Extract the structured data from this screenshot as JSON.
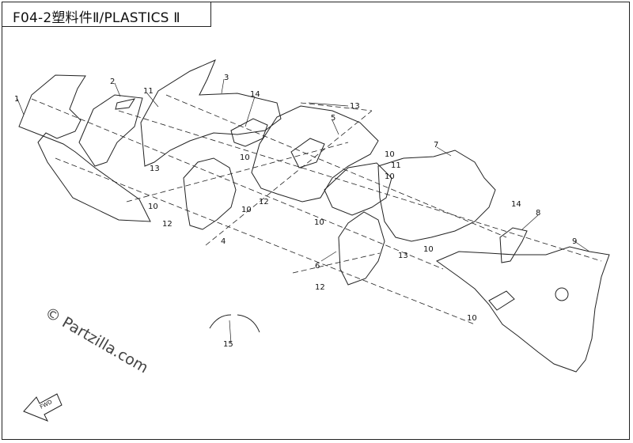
{
  "title": "F04-2塑料件Ⅱ/PLASTICS Ⅱ",
  "watermark": "© Partzilla.com",
  "direction_badge": "FWD",
  "callouts": [
    {
      "label": "1"
    },
    {
      "label": "2"
    },
    {
      "label": "11"
    },
    {
      "label": "3"
    },
    {
      "label": "14"
    },
    {
      "label": "13"
    },
    {
      "label": "5"
    },
    {
      "label": "7"
    },
    {
      "label": "10"
    },
    {
      "label": "13"
    },
    {
      "label": "10"
    },
    {
      "label": "10"
    },
    {
      "label": "12"
    },
    {
      "label": "4"
    },
    {
      "label": "10"
    },
    {
      "label": "12"
    },
    {
      "label": "11"
    },
    {
      "label": "10"
    },
    {
      "label": "10"
    },
    {
      "label": "14"
    },
    {
      "label": "8"
    },
    {
      "label": "9"
    },
    {
      "label": "13"
    },
    {
      "label": "6"
    },
    {
      "label": "12"
    },
    {
      "label": "10"
    },
    {
      "label": "10"
    },
    {
      "label": "15"
    }
  ]
}
